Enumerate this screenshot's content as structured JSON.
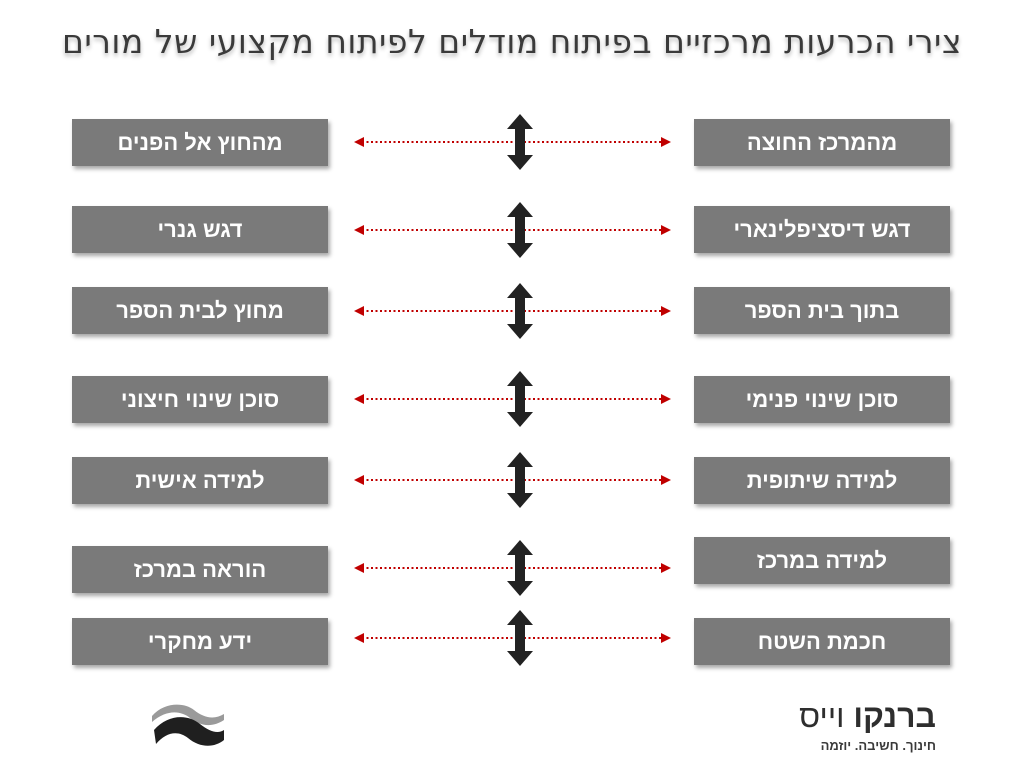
{
  "title": "צירי הכרעות מרכזיים בפיתוח מודלים לפיתוח מקצועי של מורים",
  "rows": [
    {
      "right": "מהמרכז החוצה",
      "left": "מהחוץ אל הפנים"
    },
    {
      "right": "דגש דיסציפלינארי",
      "left": "דגש גנרי"
    },
    {
      "right": "בתוך בית הספר",
      "left": "מחוץ לבית הספר"
    },
    {
      "right": "סוכן שינוי פנימי",
      "left": "סוכן שינוי חיצוני"
    },
    {
      "right": "למידה שיתופית",
      "left": "למידה אישית"
    },
    {
      "right": "למידה במרכז",
      "left": "הוראה במרכז"
    },
    {
      "right": "חכמת השטח",
      "left": "ידע מחקרי"
    }
  ],
  "logo": {
    "name_bold": "ברנקו",
    "name_light": "וייס",
    "tagline": "חינוך. חשיבה. יוזמה"
  },
  "colors": {
    "box_fill": "#7a7a7a",
    "dotted_arrow": "#c00000",
    "vertical_arrow": "#222222"
  }
}
